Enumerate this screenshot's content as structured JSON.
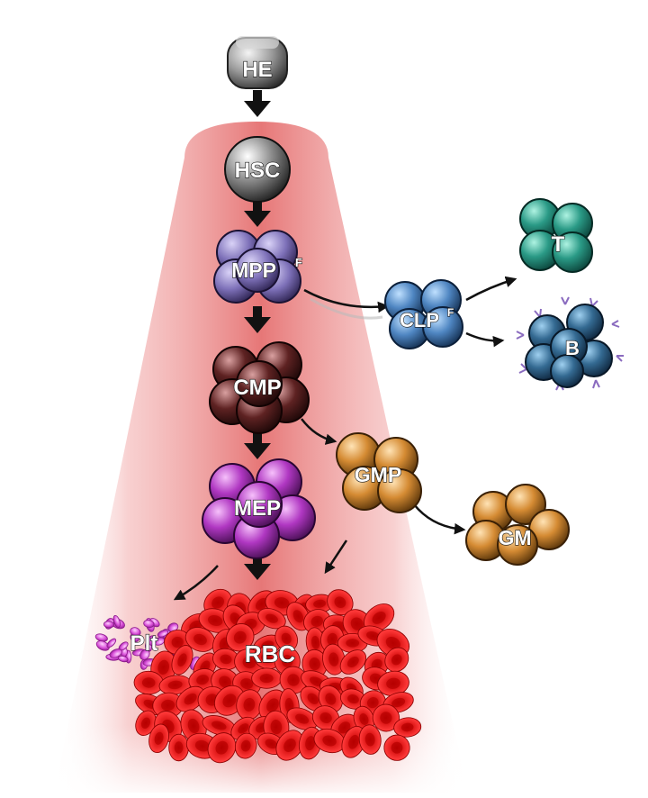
{
  "nodes": {
    "he": {
      "label": "HE",
      "sup": ""
    },
    "hsc": {
      "label": "HSC",
      "sup": ""
    },
    "mpp": {
      "label": "MPP",
      "sup": "F"
    },
    "clp": {
      "label": "CLP",
      "sup": "F"
    },
    "t": {
      "label": "T",
      "sup": ""
    },
    "b": {
      "label": "B",
      "sup": ""
    },
    "cmp": {
      "label": "CMP",
      "sup": ""
    },
    "gmp": {
      "label": "GMP",
      "sup": ""
    },
    "gm": {
      "label": "GM",
      "sup": ""
    },
    "mep": {
      "label": "MEP",
      "sup": ""
    },
    "plt": {
      "label": "Plt",
      "sup": ""
    },
    "rbc": {
      "label": "RBC",
      "sup": ""
    }
  },
  "colors": {
    "he": "#8c8c8c",
    "hsc": "#9a9a9a",
    "mpp": "#8a7fc0",
    "clp": "#5b8fc7",
    "t": "#2f9e8c",
    "b": "#3d6f95",
    "b_receptor": "#8a6bbf",
    "cmp": "#6b2a2a",
    "gmp": "#d9953c",
    "gm": "#e0a050",
    "mep": "#b43cc4",
    "plt": "#d84fd8",
    "rbc": "#e01e1e",
    "cone": "#e86a6a"
  },
  "edges": [
    {
      "from": "HE",
      "to": "HSC"
    },
    {
      "from": "HSC",
      "to": "MPP"
    },
    {
      "from": "MPP",
      "to": "CLP"
    },
    {
      "from": "CLP",
      "to": "T"
    },
    {
      "from": "CLP",
      "to": "B"
    },
    {
      "from": "MPP",
      "to": "CMP"
    },
    {
      "from": "CMP",
      "to": "GMP"
    },
    {
      "from": "GMP",
      "to": "GM"
    },
    {
      "from": "CMP",
      "to": "MEP"
    },
    {
      "from": "MEP",
      "to": "Plt"
    },
    {
      "from": "MEP",
      "to": "RBC"
    },
    {
      "from": "GMP",
      "to": "RBC"
    }
  ]
}
